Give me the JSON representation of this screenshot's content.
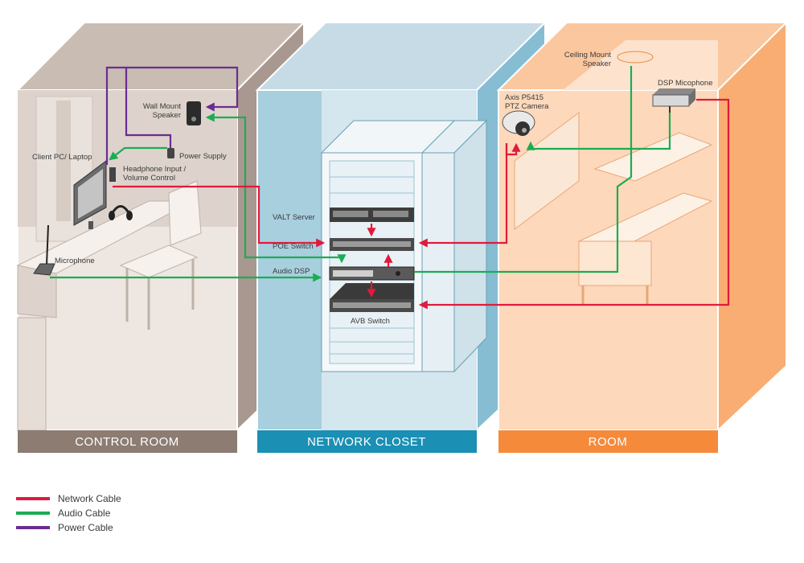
{
  "rooms": {
    "control": "CONTROL ROOM",
    "network": "NETWORK CLOSET",
    "room": "ROOM"
  },
  "devices": {
    "client_pc": "Client PC/ Laptop",
    "wall_speaker": [
      "Wall Mount",
      "Speaker"
    ],
    "power_supply": "Power Supply",
    "headphone": [
      "Headphone Input /",
      "Volume Control"
    ],
    "microphone": "Microphone",
    "valt_server": "VALT Server",
    "poe_switch": "POE Switch",
    "audio_dsp": "Audio DSP",
    "avb_switch": "AVB Switch",
    "ceiling_speaker": [
      "Ceiling Mount",
      "Speaker"
    ],
    "dsp_mic": "DSP Micophone",
    "camera": [
      "Axis P5415",
      "PTZ Camera"
    ]
  },
  "legend": [
    {
      "label": "Network Cable",
      "color": "#e01a3c"
    },
    {
      "label": "Audio Cable",
      "color": "#1aad54"
    },
    {
      "label": "Power Cable",
      "color": "#6a2c91"
    }
  ],
  "colors": {
    "network": "#e01a3c",
    "audio": "#1aad54",
    "power": "#6a2c91",
    "control_band": "#8c7c72",
    "network_band": "#1b8fb4",
    "room_band": "#f58a3a"
  }
}
